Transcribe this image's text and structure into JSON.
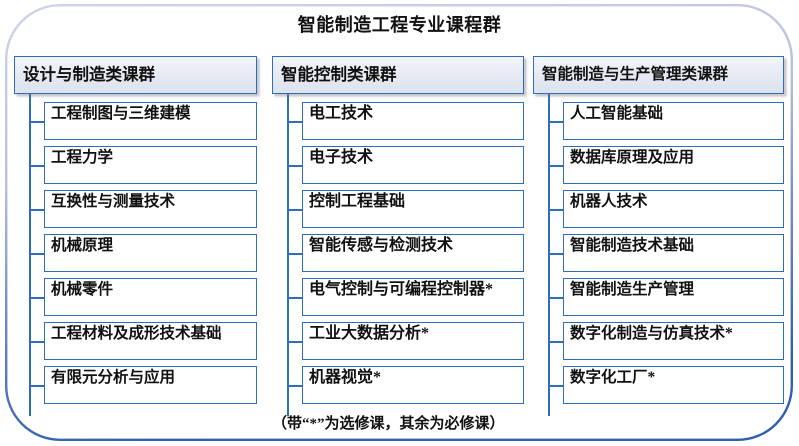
{
  "diagram": {
    "title": "智能制造工程专业课程群",
    "footnote": "（带“*”为选修课，其余为必修课）",
    "accent_color": "#2f6dbb",
    "header_fill": "#e4e9f2",
    "frame_color_top": "#c9cde4",
    "frame_color_bottom": "#2f5fae",
    "text_color": "#111111"
  },
  "columns": [
    {
      "header": "设计与制造类课群",
      "items": [
        {
          "label": "工程制图与三维建模"
        },
        {
          "label": "工程力学"
        },
        {
          "label": "互换性与测量技术"
        },
        {
          "label": "机械原理"
        },
        {
          "label": "机械零件"
        },
        {
          "label": "工程材料及成形技术基础"
        },
        {
          "label": "有限元分析与应用"
        }
      ]
    },
    {
      "header": "智能控制类课群",
      "items": [
        {
          "label": "电工技术"
        },
        {
          "label": "电子技术"
        },
        {
          "label": "控制工程基础"
        },
        {
          "label": "智能传感与检测技术"
        },
        {
          "label": "电气控制与可编程控制器*"
        },
        {
          "label": "工业大数据分析*"
        },
        {
          "label": "机器视觉*"
        }
      ]
    },
    {
      "header": "智能制造与生产管理类课群",
      "items": [
        {
          "label": "人工智能基础"
        },
        {
          "label": "数据库原理及应用"
        },
        {
          "label": "机器人技术"
        },
        {
          "label": "智能制造技术基础"
        },
        {
          "label": "智能制造生产管理"
        },
        {
          "label": "数字化制造与仿真技术*"
        },
        {
          "label": "数字化工厂*"
        }
      ]
    }
  ]
}
